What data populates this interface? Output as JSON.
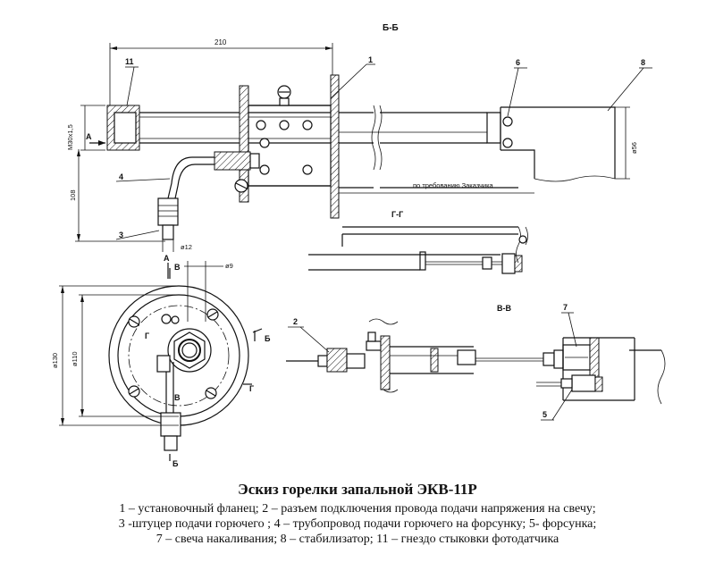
{
  "section_labels": {
    "bb": "Б-Б",
    "gg": "Г-Г",
    "vv": "В-В"
  },
  "dimensions": {
    "length": "210",
    "thread": "M30x1,5",
    "height": "108",
    "tube_dia": "ø12",
    "stab_dia": "ø56",
    "nozzle_dia": "ø9",
    "outer_dia": "ø130",
    "inner_dia": "ø110",
    "note": "по требованию Заказчика"
  },
  "callouts": {
    "n1": "1",
    "n2": "2",
    "n3": "3",
    "n4": "4",
    "n5": "5",
    "n6": "6",
    "n7": "7",
    "n8": "8",
    "n11": "11"
  },
  "cut_marks": {
    "a1": "А",
    "a2": "А",
    "b1": "Б",
    "b2": "Б",
    "v1": "В",
    "v2": "В",
    "g1": "Г",
    "g2": "Г"
  },
  "caption": {
    "title": "Эскиз горелки запальной ЭКВ-11Р",
    "line1": "1 – установочный фланец; 2 – разъем подключения провода подачи напряжения на свечу;",
    "line2": "3 -штуцер подачи горючего ; 4 – трубопровод подачи горючего на форсунку; 5- форсунка;",
    "line3": "7 – свеча накаливания;  8 – стабилизатор; 11 – гнездо стыковки фотодатчика"
  }
}
